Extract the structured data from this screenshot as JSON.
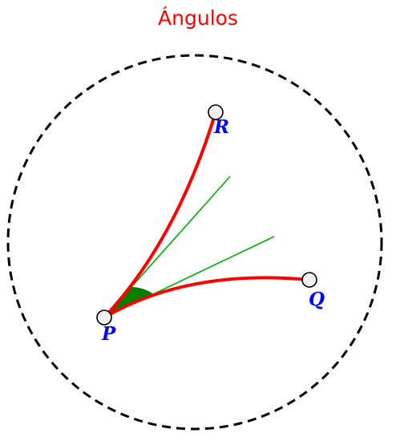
{
  "title": "Ángulos",
  "points": {
    "P": {
      "label": "P"
    },
    "Q": {
      "label": "Q"
    },
    "R": {
      "label": "R"
    }
  },
  "colors": {
    "title": "#ff0000",
    "arc": "#ff0000",
    "tangent": "#00b000",
    "angle_fill": "#008000",
    "label": "#0000ff",
    "circle": "#000000",
    "point_fill": "#f0f0f0"
  }
}
